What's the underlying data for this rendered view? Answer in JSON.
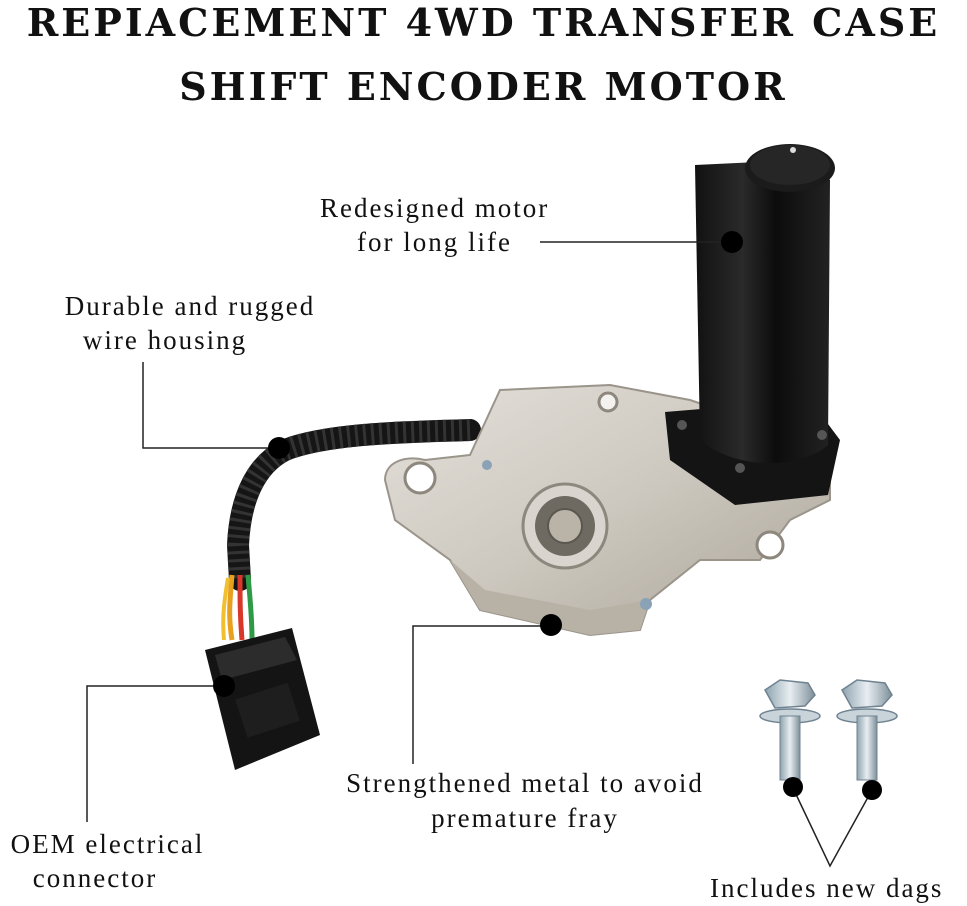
{
  "title": {
    "line1": "REPIACEMENT 4WD TRANSFER CASE",
    "line2": "SHIFT ENCODER MOTOR"
  },
  "callouts": {
    "motor": {
      "line1": "Redesigned motor",
      "line2": "for long life"
    },
    "wire": {
      "line1": "Durable and rugged",
      "line2": "wire housing"
    },
    "metal": {
      "line1": "Strengthened metal to avoid",
      "line2": "premature fray"
    },
    "connector": {
      "line1": "OEM electrical",
      "line2": "connector"
    },
    "bolts": {
      "line1": "Includes new dags"
    }
  }
}
